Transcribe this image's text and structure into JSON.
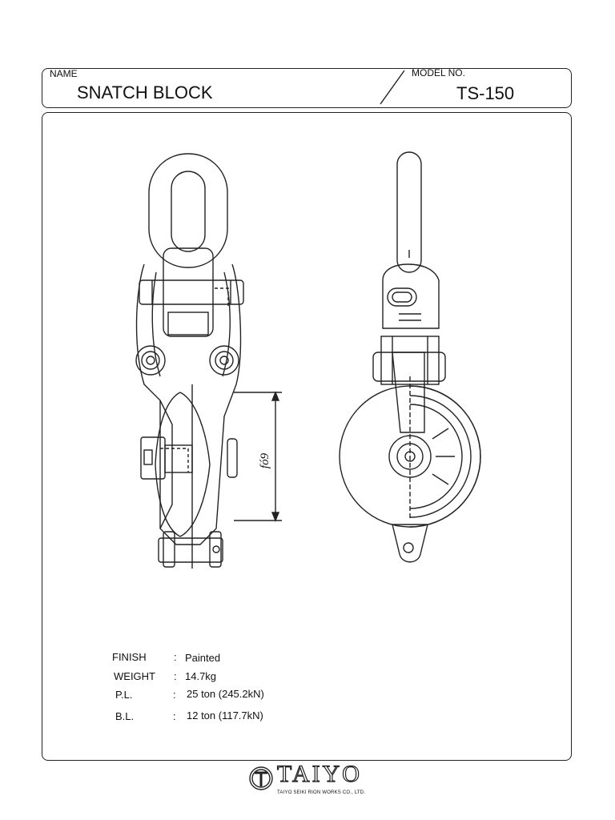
{
  "header": {
    "name_label": "NAME",
    "name_value": "SNATCH BLOCK",
    "model_label": "MODEL NO.",
    "model_value": "TS-150"
  },
  "drawing": {
    "dimension_label": "fó9"
  },
  "specs": [
    {
      "key": "FINISH",
      "sep": ":",
      "value": "Painted"
    },
    {
      "key": "WEIGHT",
      "sep": ":",
      "value": "14.7kg"
    },
    {
      "key": "P.L.",
      "sep": ":",
      "value": "25 ton (245.2kN)"
    },
    {
      "key": "B.L.",
      "sep": ":",
      "value": "12 ton (117.7kN)"
    }
  ],
  "footer": {
    "logo_text": "TAIYO",
    "company_line": "TAIYO SEIKI RION WORKS CO., LTD."
  }
}
